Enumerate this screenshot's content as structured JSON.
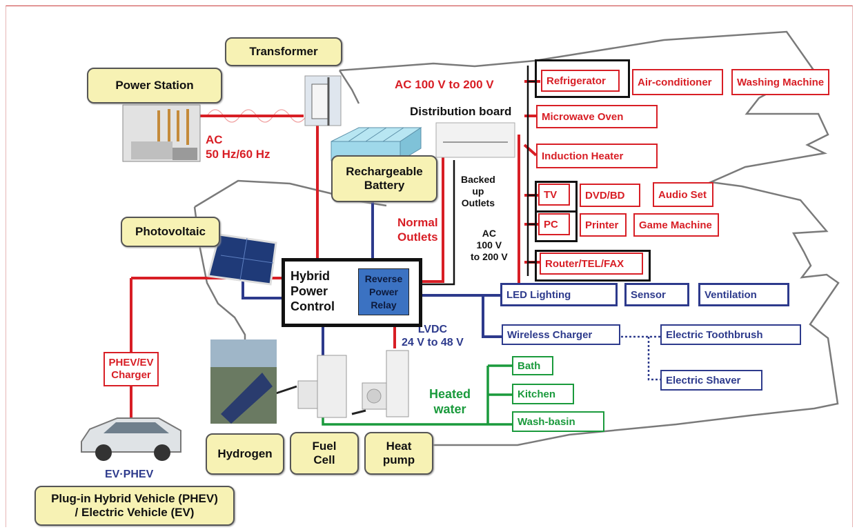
{
  "labels": {
    "transformer": "Transformer",
    "power_station": "Power Station",
    "ac_freq": "AC\n50 Hz/60 Hz",
    "rechargeable_battery": "Rechargeable\nBattery",
    "photovoltaic": "Photovoltaic",
    "ac_100_200": "AC 100 V to 200 V",
    "distribution_board": "Distribution board",
    "backed_up_outlets": "Backed\nup\nOutlets",
    "ac_100_200_small": "AC\n100 V\nto 200 V",
    "normal_outlets": "Normal\nOutlets",
    "hybrid_power_control": "Hybrid\nPower\nControl",
    "reverse_power_relay": "Reverse\nPower\nRelay",
    "lvdc": "LVDC\n24 V to 48 V",
    "phev_ev_charger": "PHEV/EV\nCharger",
    "ev_phev": "EV·PHEV",
    "plugin_vehicle": "Plug-in Hybrid Vehicle (PHEV)\n/ Electric Vehicle (EV)",
    "hydrogen": "Hydrogen",
    "fuel_cell": "Fuel\nCell",
    "heat_pump": "Heat\npump",
    "heated_water": "Heated\nwater"
  },
  "ac_appliances": {
    "refrigerator": "Refrigerator",
    "air_conditioner": "Air-conditioner",
    "washing_machine": "Washing Machine",
    "microwave_oven": "Microwave Oven",
    "induction_heater": "Induction Heater",
    "tv": "TV",
    "dvd_bd": "DVD/BD",
    "audio_set": "Audio Set",
    "pc": "PC",
    "printer": "Printer",
    "game_machine": "Game Machine",
    "router_tel_fax": "Router/TEL/FAX"
  },
  "dc_devices": {
    "led_lighting": "LED Lighting",
    "sensor": "Sensor",
    "ventilation": "Ventilation",
    "wireless_charger": "Wireless Charger",
    "electric_toothbrush": "Electric Toothbrush",
    "electric_shaver": "Electric Shaver"
  },
  "water_outlets": {
    "bath": "Bath",
    "kitchen": "Kitchen",
    "wash_basin": "Wash-basin"
  },
  "colors": {
    "ac_line": "#d81e25",
    "dc_line": "#2d3a8c",
    "water_line": "#1a9a3c",
    "label_box": "#f7f2b4",
    "relay": "#3b72c2"
  }
}
